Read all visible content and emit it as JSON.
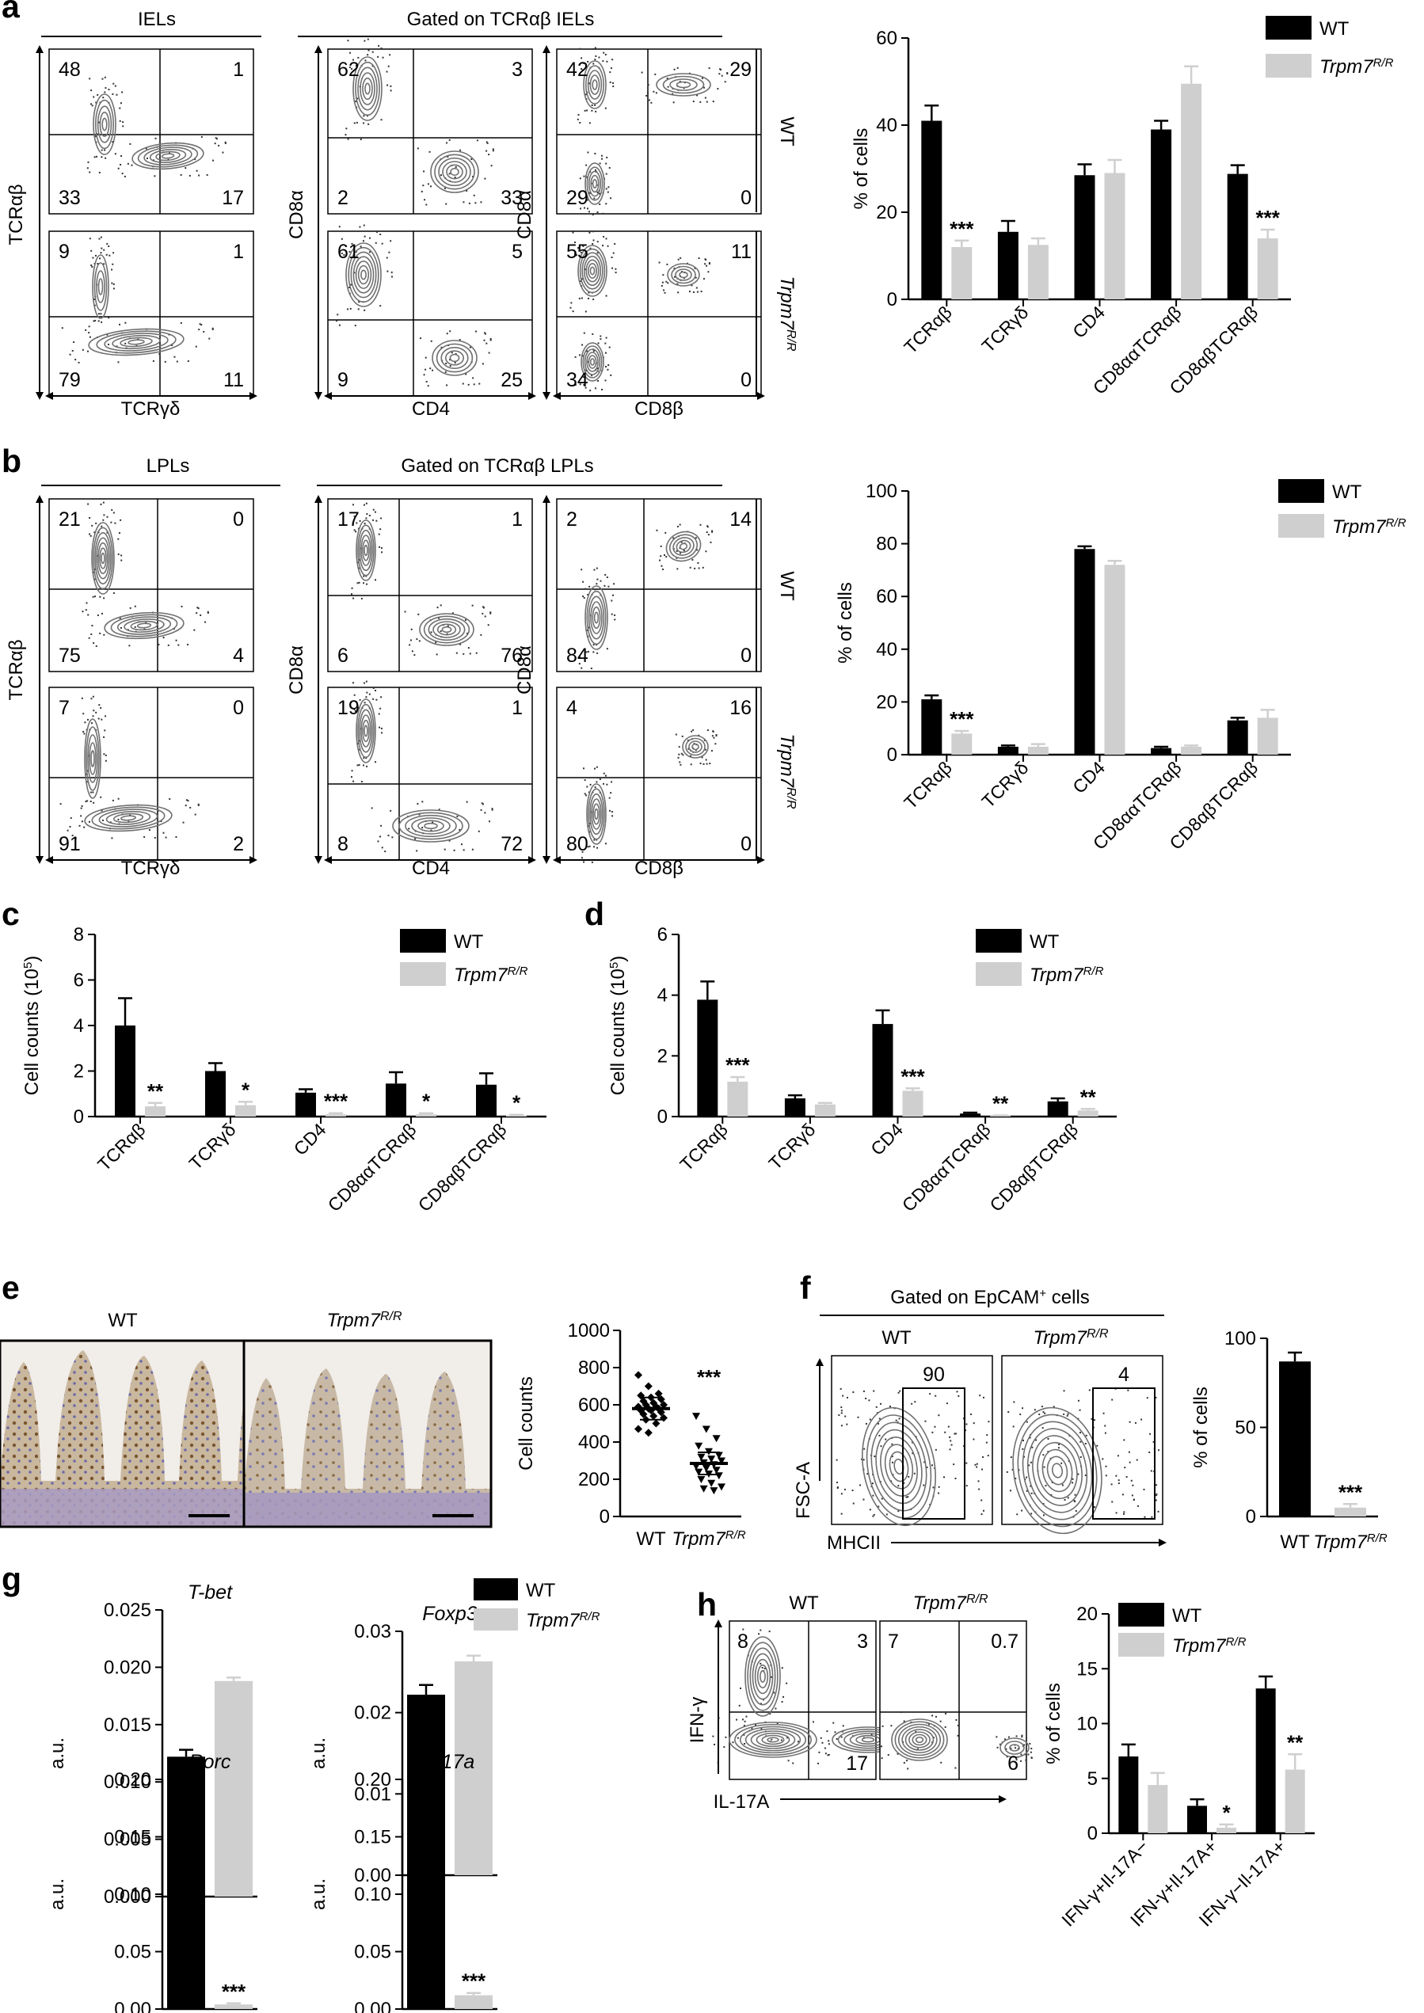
{
  "figure": {
    "panels": {
      "a": "a",
      "b": "b",
      "c": "c",
      "d": "d",
      "e": "e",
      "f": "f",
      "g": "g",
      "h": "h"
    },
    "legend": {
      "wt": "WT",
      "trpm7": "Trpm7",
      "trpm7_sup": "R/R"
    },
    "colors": {
      "wt": "#000000",
      "trpm7": "#cfcfcf",
      "flow_contour": "#707070"
    }
  },
  "panel_a": {
    "header_left": "IELs",
    "header_right": "Gated on TCRαβ IELs",
    "row_labels": [
      "WT",
      "Trpm7"
    ],
    "flow": {
      "left": {
        "x": "TCRγδ",
        "y": "TCRαβ",
        "wt": [
          "48",
          "1",
          "33",
          "17"
        ],
        "mut": [
          "9",
          "1",
          "79",
          "11"
        ]
      },
      "mid": {
        "x": "CD4",
        "y": "CD8α",
        "wt": [
          "62",
          "3",
          "2",
          "33"
        ],
        "mut": [
          "61",
          "5",
          "9",
          "25"
        ]
      },
      "right": {
        "x": "CD8β",
        "y": "CD8α",
        "wt": [
          "42",
          "29",
          "29",
          "0"
        ],
        "mut": [
          "55",
          "11",
          "34",
          "0"
        ]
      }
    }
  },
  "panel_b": {
    "header_left": "LPLs",
    "header_right": "Gated on TCRαβ LPLs",
    "row_labels": [
      "WT",
      "Trpm7"
    ],
    "flow": {
      "left": {
        "x": "TCRγδ",
        "y": "TCRαβ",
        "wt": [
          "21",
          "0",
          "75",
          "4"
        ],
        "mut": [
          "7",
          "0",
          "91",
          "2"
        ]
      },
      "mid": {
        "x": "CD4",
        "y": "CD8α",
        "wt": [
          "17",
          "1",
          "6",
          "76"
        ],
        "mut": [
          "19",
          "1",
          "8",
          "72"
        ]
      },
      "right": {
        "x": "CD8β",
        "y": "CD8α",
        "wt": [
          "2",
          "14",
          "84",
          "0"
        ],
        "mut": [
          "4",
          "16",
          "80",
          "0"
        ]
      }
    }
  },
  "panel_e": {
    "image_labels": [
      "WT",
      "Trpm7"
    ],
    "scatter_stat": "***"
  },
  "panel_f": {
    "header": "Gated on EpCAM",
    "header_sup": "+",
    "header_tail": " cells",
    "flow_labels": [
      "WT",
      "Trpm7"
    ],
    "gates": [
      "90",
      "4"
    ],
    "x_label": "MHCII",
    "y_label": "FSC-A"
  },
  "panel_h": {
    "flow_labels": [
      "WT",
      "Trpm7"
    ],
    "x_label": "IL-17A",
    "y_label": "IFN-γ",
    "wt": [
      "8",
      "3",
      "17"
    ],
    "mut": [
      "7",
      "0.7",
      "6"
    ]
  },
  "chart_data": [
    {
      "id": "a",
      "type": "bar",
      "categories": [
        "TCRαβ",
        "TCRγδ",
        "CD4",
        "CD8ααTCRαβ",
        "CD8αβTCRαβ"
      ],
      "series": [
        {
          "name": "WT",
          "values": [
            41,
            15.5,
            28.5,
            39,
            28.8
          ],
          "errors": [
            3.5,
            2.5,
            2.5,
            2,
            2
          ]
        },
        {
          "name": "Trpm7R/R",
          "values": [
            12,
            12.5,
            29,
            49.5,
            14
          ],
          "errors": [
            1.5,
            1.5,
            3,
            4,
            2
          ]
        }
      ],
      "ylabel": "% of cells",
      "ylim": [
        0,
        60
      ],
      "yticks": [
        0,
        20,
        40,
        60
      ],
      "stars": [
        {
          "idx": 0,
          "text": "***"
        },
        {
          "idx": 4,
          "text": "***"
        }
      ]
    },
    {
      "id": "b",
      "type": "bar",
      "categories": [
        "TCRαβ",
        "TCRγδ",
        "CD4",
        "CD8ααTCRαβ",
        "CD8αβTCRαβ"
      ],
      "series": [
        {
          "name": "WT",
          "values": [
            21,
            3,
            78,
            2.5,
            13
          ],
          "errors": [
            1.5,
            0.5,
            1,
            0.5,
            1
          ]
        },
        {
          "name": "Trpm7R/R",
          "values": [
            8,
            3,
            72,
            3,
            14
          ],
          "errors": [
            1,
            1,
            1.5,
            0.5,
            3
          ]
        }
      ],
      "ylabel": "% of cells",
      "ylim": [
        0,
        100
      ],
      "yticks": [
        0,
        20,
        40,
        60,
        80,
        100
      ],
      "stars": [
        {
          "idx": 0,
          "text": "***"
        }
      ]
    },
    {
      "id": "c",
      "type": "bar",
      "categories": [
        "TCRαβ",
        "TCRγδ",
        "CD4",
        "CD8ααTCRαβ",
        "CD8αβTCRαβ"
      ],
      "series": [
        {
          "name": "WT",
          "values": [
            4.0,
            2.0,
            1.05,
            1.45,
            1.4
          ],
          "errors": [
            1.2,
            0.35,
            0.15,
            0.5,
            0.5
          ]
        },
        {
          "name": "Trpm7R/R",
          "values": [
            0.45,
            0.5,
            0.1,
            0.1,
            0.05
          ],
          "errors": [
            0.15,
            0.15,
            0.05,
            0.05,
            0.03
          ]
        }
      ],
      "ylabel": "Cell counts (10",
      "ylabel_sup": "5",
      "ylabel_tail": ")",
      "ylim": [
        0,
        8
      ],
      "yticks": [
        0,
        2,
        4,
        6,
        8
      ],
      "stars": [
        {
          "idx": 0,
          "text": "**"
        },
        {
          "idx": 1,
          "text": "*"
        },
        {
          "idx": 2,
          "text": "***"
        },
        {
          "idx": 3,
          "text": "*"
        },
        {
          "idx": 4,
          "text": "*"
        }
      ]
    },
    {
      "id": "d",
      "type": "bar",
      "categories": [
        "TCRαβ",
        "TCRγδ",
        "CD4",
        "CD8ααTCRαβ",
        "CD8αβTCRαβ"
      ],
      "series": [
        {
          "name": "WT",
          "values": [
            3.85,
            0.6,
            3.05,
            0.1,
            0.5
          ],
          "errors": [
            0.6,
            0.1,
            0.45,
            0.03,
            0.1
          ]
        },
        {
          "name": "Trpm7R/R",
          "values": [
            1.15,
            0.4,
            0.85,
            0.03,
            0.2
          ],
          "errors": [
            0.15,
            0.05,
            0.08,
            0.01,
            0.05
          ]
        }
      ],
      "ylabel": "Cell counts (10",
      "ylabel_sup": "5",
      "ylabel_tail": ")",
      "ylim": [
        0,
        6
      ],
      "yticks": [
        0,
        2,
        4,
        6
      ],
      "stars": [
        {
          "idx": 0,
          "text": "***"
        },
        {
          "idx": 2,
          "text": "***"
        },
        {
          "idx": 3,
          "text": "**"
        },
        {
          "idx": 4,
          "text": "**"
        }
      ]
    },
    {
      "id": "e",
      "type": "scatter",
      "categories": [
        "WT",
        "Trpm7R/R"
      ],
      "series": [
        {
          "name": "WT",
          "values": [
            760,
            700,
            660,
            650,
            640,
            630,
            620,
            610,
            600,
            600,
            590,
            590,
            580,
            580,
            570,
            570,
            560,
            550,
            540,
            530,
            520,
            500,
            470,
            450
          ]
        },
        {
          "name": "Trpm7R/R",
          "values": [
            540,
            470,
            420,
            380,
            350,
            330,
            320,
            310,
            300,
            290,
            280,
            270,
            260,
            250,
            240,
            230,
            220,
            200,
            180,
            160,
            150,
            140
          ]
        }
      ],
      "means": [
        580,
        285
      ],
      "ylabel": "Cell counts",
      "ylim": [
        0,
        1000
      ],
      "yticks": [
        0,
        200,
        400,
        600,
        800,
        1000
      ]
    },
    {
      "id": "f",
      "type": "bar",
      "categories": [
        "WT",
        "Trpm7R/R"
      ],
      "series": [
        {
          "name": "% of cells",
          "values": [
            87,
            5
          ],
          "errors": [
            5,
            2
          ]
        }
      ],
      "ylabel": "% of cells",
      "ylim": [
        0,
        100
      ],
      "yticks": [
        0,
        50,
        100
      ],
      "stars": [
        {
          "idx": 1,
          "text": "***"
        }
      ]
    },
    {
      "id": "g_tbet",
      "type": "bar",
      "title": "T-bet",
      "categories": [
        "WT",
        "Trpm7R/R"
      ],
      "series": [
        {
          "name": "a.u.",
          "values": [
            0.0122,
            0.0188
          ],
          "errors": [
            0.0006,
            0.0003
          ]
        }
      ],
      "ylabel": "a.u.",
      "ylim": [
        0,
        0.025
      ],
      "ytick_labels": [
        "0.000",
        "0.005",
        "0.010",
        "0.015",
        "0.020",
        "0.025"
      ]
    },
    {
      "id": "g_foxp3",
      "type": "bar",
      "title": "Foxp3",
      "categories": [
        "WT",
        "Trpm7R/R"
      ],
      "series": [
        {
          "name": "a.u.",
          "values": [
            0.0222,
            0.0263
          ],
          "errors": [
            0.0012,
            0.0007
          ]
        }
      ],
      "ylabel": "a.u.",
      "ylim": [
        0,
        0.03
      ],
      "ytick_labels": [
        "0.00",
        "0.01",
        "0.02",
        "0.03"
      ]
    },
    {
      "id": "g_rorc",
      "type": "bar",
      "title": "Rorc",
      "categories": [
        "WT",
        "Trpm7R/R"
      ],
      "series": [
        {
          "name": "a.u.",
          "values": [
            0.155,
            0.004
          ],
          "errors": [
            0.007,
            0.001
          ]
        }
      ],
      "ylabel": "a.u.",
      "ylim": [
        0,
        0.2
      ],
      "ytick_labels": [
        "0.00",
        "0.05",
        "0.10",
        "0.15",
        "0.20"
      ],
      "stars": [
        {
          "idx": 1,
          "text": "***"
        }
      ]
    },
    {
      "id": "g_il17a",
      "type": "bar",
      "title": "Il-17a",
      "categories": [
        "WT",
        "Trpm7R/R"
      ],
      "series": [
        {
          "name": "a.u.",
          "values": [
            0.171,
            0.012
          ],
          "errors": [
            0.01,
            0.002
          ]
        }
      ],
      "ylabel": "a.u.",
      "ylim": [
        0,
        0.2
      ],
      "ytick_labels": [
        "0.00",
        "0.05",
        "0.10",
        "0.15",
        "0.20"
      ],
      "stars": [
        {
          "idx": 1,
          "text": "***"
        }
      ]
    },
    {
      "id": "h",
      "type": "bar",
      "categories": [
        "IFN-γ+Il-17A−",
        "IFN-γ+Il-17A+",
        "IFN-γ−Il-17A+"
      ],
      "series": [
        {
          "name": "WT",
          "values": [
            7,
            2.5,
            13.2
          ],
          "errors": [
            1.1,
            0.6,
            1.1
          ]
        },
        {
          "name": "Trpm7R/R",
          "values": [
            4.4,
            0.5,
            5.8
          ],
          "errors": [
            1.1,
            0.3,
            1.4
          ]
        }
      ],
      "ylabel": "% of cells",
      "ylim": [
        0,
        20
      ],
      "yticks": [
        0,
        5,
        10,
        15,
        20
      ],
      "stars": [
        {
          "idx": 1,
          "text": "*"
        },
        {
          "idx": 2,
          "text": "**"
        }
      ]
    }
  ]
}
